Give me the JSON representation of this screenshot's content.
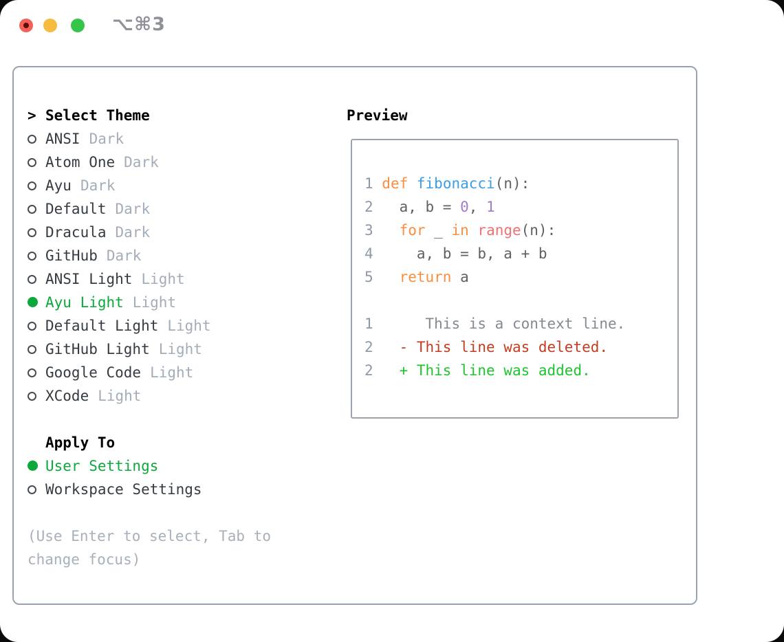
{
  "window": {
    "title": "⌥⌘3"
  },
  "titlebar_buttons": {
    "close": "close",
    "minimize": "minimize",
    "zoom": "zoom"
  },
  "theme_selector": {
    "header_marker": ">",
    "header_label": "Select Theme",
    "items": [
      {
        "name": "ANSI",
        "tag": "Dark",
        "selected": false
      },
      {
        "name": "Atom One",
        "tag": "Dark",
        "selected": false
      },
      {
        "name": "Ayu",
        "tag": "Dark",
        "selected": false
      },
      {
        "name": "Default",
        "tag": "Dark",
        "selected": false
      },
      {
        "name": "Dracula",
        "tag": "Dark",
        "selected": false
      },
      {
        "name": "GitHub",
        "tag": "Dark",
        "selected": false
      },
      {
        "name": "ANSI Light",
        "tag": "Light",
        "selected": false
      },
      {
        "name": "Ayu Light",
        "tag": "Light",
        "selected": true
      },
      {
        "name": "Default Light",
        "tag": "Light",
        "selected": false
      },
      {
        "name": "GitHub Light",
        "tag": "Light",
        "selected": false
      },
      {
        "name": "Google Code",
        "tag": "Light",
        "selected": false
      },
      {
        "name": "XCode",
        "tag": "Light",
        "selected": false
      }
    ]
  },
  "apply_to": {
    "header_label": "Apply To",
    "options": [
      {
        "name": "User Settings",
        "selected": true
      },
      {
        "name": "Workspace Settings",
        "selected": false
      }
    ]
  },
  "hint": "(Use Enter to select, Tab to change focus)",
  "preview": {
    "header_label": "Preview",
    "lines": [
      {
        "num": "1",
        "kind": "code",
        "tokens": [
          {
            "c": "keyword",
            "t": "def"
          },
          {
            "c": "plain",
            "t": " "
          },
          {
            "c": "function_name",
            "t": "fibonacci"
          },
          {
            "c": "plain",
            "t": "(n):"
          }
        ]
      },
      {
        "num": "2",
        "kind": "code",
        "tokens": [
          {
            "c": "plain",
            "t": "  a, b = "
          },
          {
            "c": "number",
            "t": "0"
          },
          {
            "c": "plain",
            "t": ", "
          },
          {
            "c": "number",
            "t": "1"
          }
        ]
      },
      {
        "num": "3",
        "kind": "code",
        "tokens": [
          {
            "c": "plain",
            "t": "  "
          },
          {
            "c": "keyword",
            "t": "for"
          },
          {
            "c": "plain",
            "t": " _ "
          },
          {
            "c": "keyword",
            "t": "in"
          },
          {
            "c": "plain",
            "t": " "
          },
          {
            "c": "builtin_call",
            "t": "range"
          },
          {
            "c": "plain",
            "t": "(n):"
          }
        ]
      },
      {
        "num": "4",
        "kind": "code",
        "tokens": [
          {
            "c": "plain",
            "t": "    a, b = b, a + b"
          }
        ]
      },
      {
        "num": "5",
        "kind": "code",
        "tokens": [
          {
            "c": "plain",
            "t": "  "
          },
          {
            "c": "keyword",
            "t": "return"
          },
          {
            "c": "plain",
            "t": " a"
          }
        ]
      },
      {
        "num": "",
        "kind": "blank",
        "tokens": []
      },
      {
        "num": "1",
        "kind": "context",
        "tokens": [
          {
            "c": "context",
            "t": "     This is a context line."
          }
        ]
      },
      {
        "num": "2",
        "kind": "removed",
        "tokens": [
          {
            "c": "removed",
            "t": "  - This line was deleted."
          }
        ]
      },
      {
        "num": "2",
        "kind": "added",
        "tokens": [
          {
            "c": "added",
            "t": "  + This line was added."
          }
        ]
      }
    ]
  },
  "colors": {
    "keyword": "#fa8d3e",
    "function_name": "#399ee6",
    "builtin_call": "#f07171",
    "number": "#a37acc",
    "plain": "#5c6166",
    "context": "#828a93",
    "removed": "#c43c20",
    "added": "#1ec42e",
    "gutter": "#8e99a6",
    "selection_green": "#0ca83c",
    "panel_border": "#99a2ad",
    "item_text": "#353b42",
    "tag_text": "#a3adb9",
    "hint_text": "#a7b0bb",
    "traffic_red": "#f4605a",
    "traffic_yellow": "#f6bc40",
    "traffic_green": "#35c649",
    "title_text": "#8e9298"
  }
}
